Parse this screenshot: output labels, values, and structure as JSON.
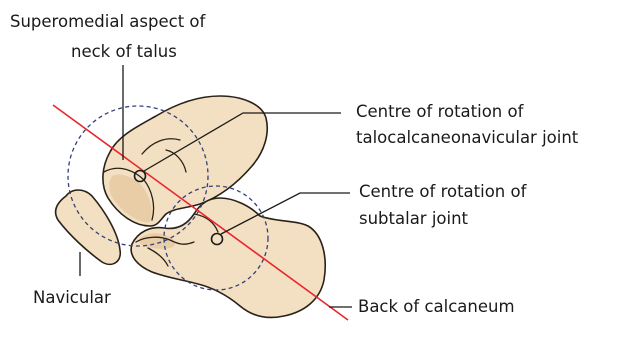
{
  "labels": {
    "talus_neck_line1": "Superomedial aspect of",
    "talus_neck_line2": "neck of talus",
    "tcn_centre_line1": "Centre of rotation of",
    "tcn_centre_line2": "talocalcaneonavicular joint",
    "subtalar_centre_line1": "Centre of rotation of",
    "subtalar_centre_line2": "subtalar joint",
    "navicular": "Navicular",
    "calcaneum_back": "Back of calcaneum"
  },
  "colors": {
    "bone_fill": "#f3dfc1",
    "outline": "#2a2118",
    "axis_line": "#e8262e",
    "dashed_circle": "#35407a"
  }
}
